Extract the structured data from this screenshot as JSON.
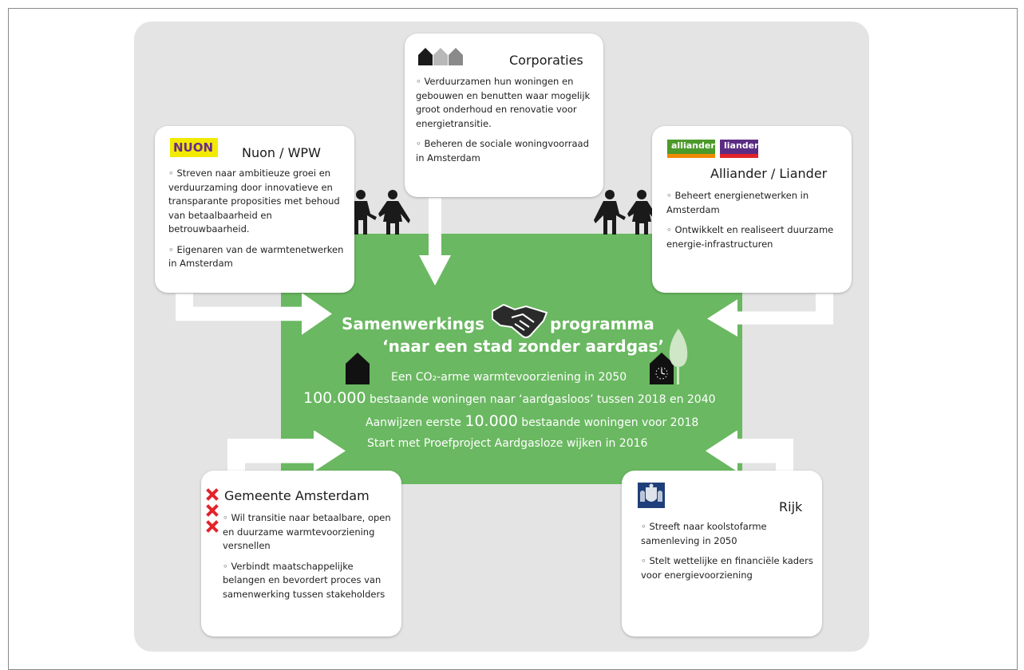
{
  "diagram": {
    "nuon": {
      "logo": "NUON",
      "title": "Nuon / WPW",
      "bullets": [
        "Streven naar ambitieuze groei en verduurzaming door innovatieve en transparante proposities met behoud van betaalbaarheid en betrouwbaarheid.",
        "Eigenaren van de warmtenetwerken in Amsterdam"
      ]
    },
    "corporaties": {
      "title": "Corporaties",
      "bullets": [
        "Verduurzamen hun woningen en gebouwen en benutten waar mogelijk groot onderhoud en renovatie voor energietransitie.",
        "Beheren de sociale woningvoorraad in Amsterdam"
      ]
    },
    "alliander": {
      "logo_1": "alliander",
      "logo_2": "liander",
      "title": "Alliander / Liander",
      "bullets": [
        "Beheert energienetwerken in Amsterdam",
        "Ontwikkelt en realiseert duurzame energie-infrastructuren"
      ]
    },
    "gemeente": {
      "title": "Gemeente Amsterdam",
      "bullets": [
        "Wil transitie naar betaalbare, open en duurzame warmtevoorziening versnellen",
        "Verbindt maatschappelijke belangen en bevordert proces van samenwerking tussen stakeholders"
      ]
    },
    "rijk": {
      "title": "Rijk",
      "bullets": [
        "Streeft naar koolstofarme samenleving in 2050",
        "Stelt wettelijke en financiële kaders voor energievoorziening"
      ]
    },
    "center": {
      "title_left": "Samenwerkings",
      "title_right": "programma",
      "subtitle": "‘naar een stad zonder aardgas’",
      "line1": "Een CO₂-arme warmtevoorziening in 2050",
      "line2_big": "100.000",
      "line2_rest": " bestaande woningen naar ‘aardgasloos’ tussen 2018 en 2040",
      "line3_pre": "Aanwijzen eerste ",
      "line3_big": "10.000",
      "line3_rest": " bestaande woningen voor 2018",
      "line4": "Start met Proefproject Aardgasloze wijken in 2016"
    },
    "colors": {
      "green": "#6ab861",
      "background": "#e4e4e4",
      "nuon_yellow": "#f2ea00",
      "nuon_purple": "#6b2c8a",
      "alliander_green": "#4c9a2a",
      "liander_purple": "#5b2d82",
      "amsterdam_red": "#e3232a"
    },
    "icons": [
      "house-icon",
      "people-icon",
      "handshake-icon",
      "arrow-icon",
      "tree-icon",
      "amsterdam-cross-icon",
      "rijk-coat-of-arms-icon"
    ]
  }
}
